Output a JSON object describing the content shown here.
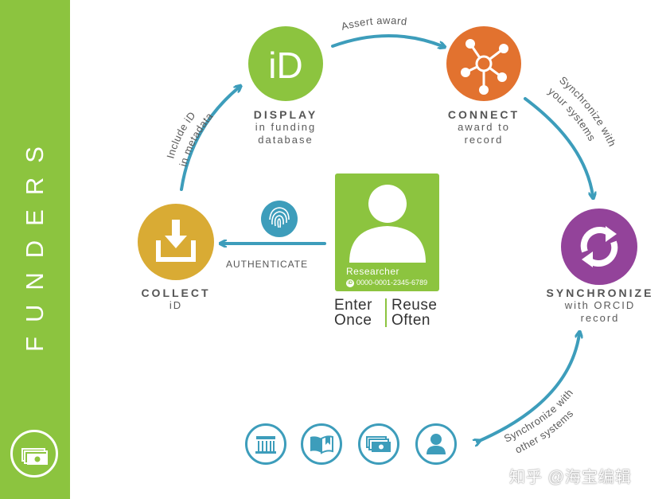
{
  "sidebar": {
    "title": "FUNDERS",
    "icon": "money-icon"
  },
  "nodes": {
    "display": {
      "title": "DISPLAY",
      "line1": "in funding",
      "line2": "database",
      "color": "#8cc43f",
      "icon": "orcid-id-icon",
      "icon_text": "iD"
    },
    "connect": {
      "title": "CONNECT",
      "line1": "award to",
      "line2": "record",
      "color": "#e2722f",
      "icon": "network-icon"
    },
    "synchronize": {
      "title": "SYNCHRONIZE",
      "line1": "with ORCID",
      "line2": "record",
      "color": "#93439a",
      "icon": "sync-icon"
    },
    "collect": {
      "title": "COLLECT",
      "line1": "iD",
      "color": "#d9ab34",
      "icon": "download-tray-icon"
    }
  },
  "arrows": {
    "assert": "Assert award",
    "include_1": "Include iD",
    "include_2": "in metadata",
    "sync_1": "Synchronize with",
    "sync_2": "your systems",
    "other_1": "Synchronize with",
    "other_2": "other systems",
    "authenticate": "AUTHENTICATE"
  },
  "card": {
    "role": "Researcher",
    "orcid_badge": "iD",
    "orcid": "0000-0001-2345-6789",
    "enter": "Enter",
    "once": "Once",
    "reuse": "Reuse",
    "often": "Often"
  },
  "bottom_icons": [
    "institution-icon",
    "book-icon",
    "money-icon",
    "person-icon"
  ],
  "watermark": "知乎 @海宝编辑",
  "colors": {
    "accent_blue": "#3d9dbb",
    "sidebar_green": "#8cc43f"
  }
}
